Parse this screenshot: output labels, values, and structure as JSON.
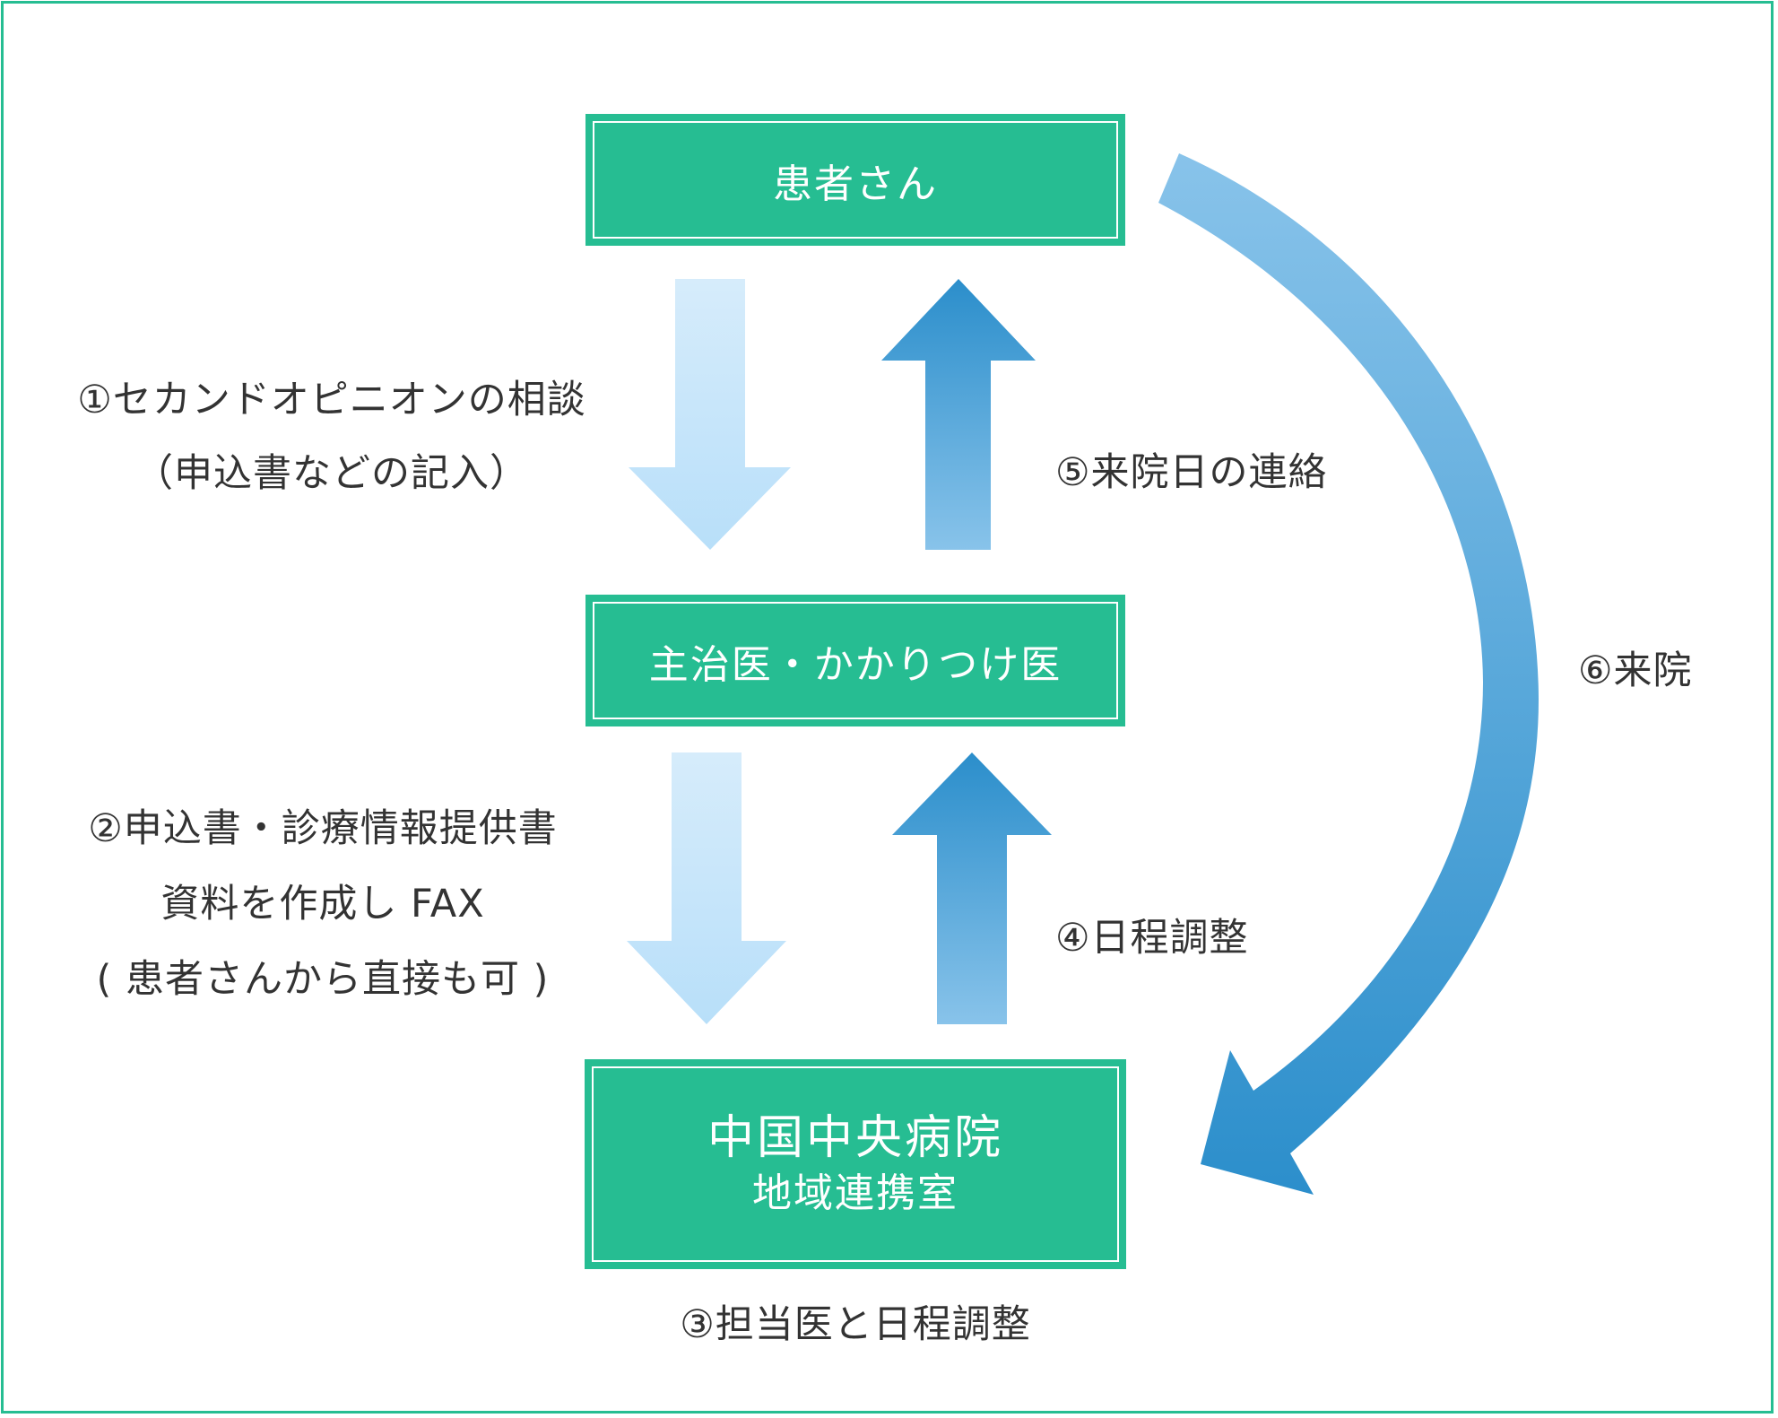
{
  "diagram": {
    "colors": {
      "frame": "#26bd92",
      "box_fill": "#26bd92",
      "box_text": "#ffffff",
      "label_text": "#333333",
      "down_arrow_top": "#d6ecfb",
      "down_arrow_bottom": "#b8dff9",
      "up_arrow_top": "#2b8ecb",
      "up_arrow_bottom": "#88c3ea",
      "curve_arrow_top": "#88c3ea",
      "curve_arrow_bottom": "#2b8ecb"
    },
    "nodes": {
      "patient": {
        "label": "患者さん"
      },
      "doctor": {
        "label": "主治医・かかりつけ医"
      },
      "hospital": {
        "title": "中国中央病院",
        "subtitle": "地域連携室"
      }
    },
    "steps": {
      "step1": {
        "line1": "①セカンドオピニオンの相談",
        "line2": "（申込書などの記入）"
      },
      "step2": {
        "line1": "②申込書・診療情報提供書",
        "line2": "資料を作成し FAX",
        "line3": "( 患者さんから直接も可 )"
      },
      "step3": {
        "text": "③担当医と日程調整"
      },
      "step4": {
        "text": "④日程調整"
      },
      "step5": {
        "text": "⑤来院日の連絡"
      },
      "step6": {
        "text": "⑥来院"
      }
    }
  }
}
